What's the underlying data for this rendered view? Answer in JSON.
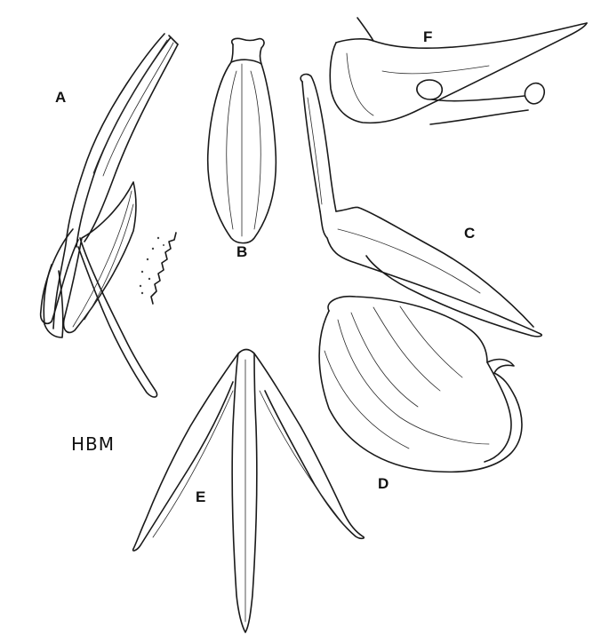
{
  "figure": {
    "labels": {
      "a": "A",
      "b": "B",
      "c": "C",
      "d": "D",
      "e": "E",
      "f": "F"
    },
    "signature": "HBM"
  }
}
